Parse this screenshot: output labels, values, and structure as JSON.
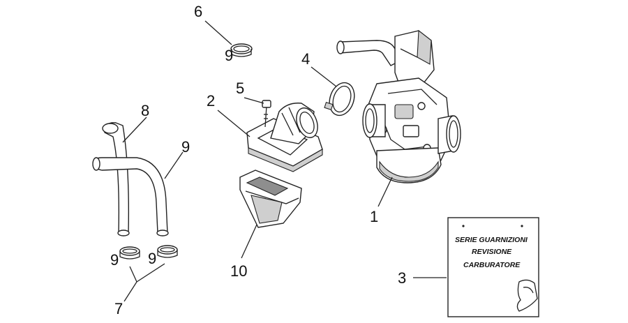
{
  "callouts": [
    "1",
    "2",
    "3",
    "4",
    "5",
    "6",
    "7",
    "8",
    "9",
    "10"
  ],
  "clip_glyph": "9",
  "kit_card": {
    "line1": "SERIE GUARNIZIONI",
    "line2": "REVISIONE",
    "line3": "CARBURATORE"
  }
}
